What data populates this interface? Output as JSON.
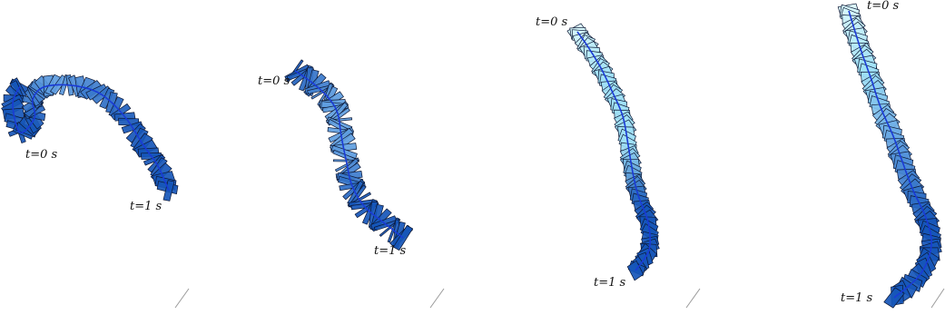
{
  "colors": {
    "deep_blue": "#1656b8",
    "mid_blue": "#5f9ee0",
    "light_blue": "#9fe0f5",
    "pale_cyan": "#d9f8fd",
    "edge": "#0b1633",
    "axis": "#1a3bd6",
    "separator": "#9a9a9a"
  },
  "panels": [
    {
      "start_label": "t=0 s",
      "end_label": "t=1 s"
    },
    {
      "start_label": "t=0 s",
      "end_label": "t=1 s"
    },
    {
      "start_label": "t=0 s",
      "end_label": "t=1 s"
    },
    {
      "start_label": "t=0 s",
      "end_label": "t=1 s"
    }
  ]
}
